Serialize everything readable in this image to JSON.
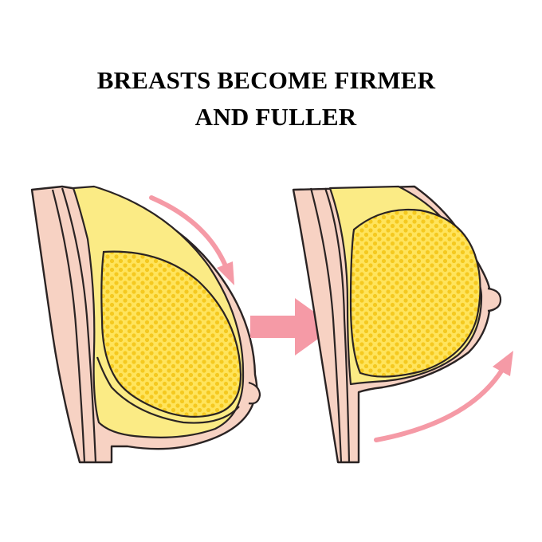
{
  "title": {
    "line1": "BREASTS BECOME FIRMER",
    "line2": "AND FULLER"
  },
  "colors": {
    "skin": "#f7d2c3",
    "gland_fill": "#ffe45c",
    "outer_yellow": "#fbeb85",
    "dots": "#f5c91f",
    "outline": "#2a2323",
    "arrow_pink": "#f59aa6"
  },
  "icons": {
    "left_figure": "breast-before-illustration",
    "right_figure": "breast-after-illustration",
    "transition": "right-arrow-icon",
    "down_curve": "curved-down-arrow-icon",
    "up_curve": "curved-up-arrow-icon"
  }
}
